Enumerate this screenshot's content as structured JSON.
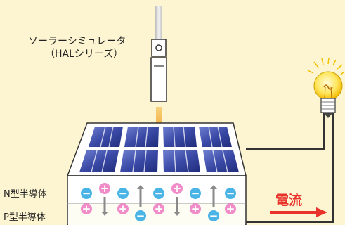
{
  "simulator": {
    "name": "ソーラーシミュレータ",
    "series": "（HALシリーズ）"
  },
  "layers": {
    "n_type": "N型半導体",
    "p_type": "P型半導体"
  },
  "current": {
    "label": "電流"
  },
  "charges": {
    "positive": "+",
    "negative": "−"
  },
  "colors": {
    "background": "#fdf5d2",
    "light_ray": "#f0a030",
    "current": "#e8322a",
    "positive_charge": "#f08cc8",
    "negative_charge": "#4ab4e6",
    "panel_cell": "#3c4fa8",
    "wire": "#333333"
  }
}
